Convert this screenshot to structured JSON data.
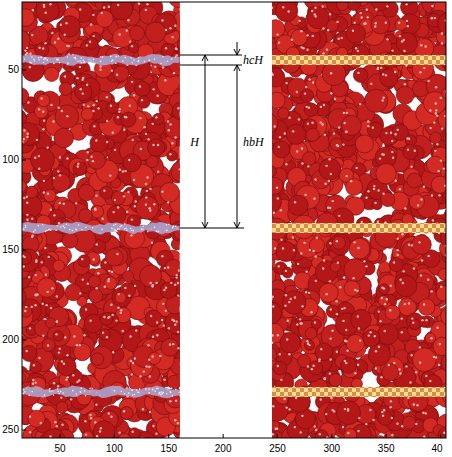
{
  "diagram": {
    "labels": [
      "50",
      "100",
      "150",
      "200",
      "250",
      "300",
      "350",
      "40",
      "50",
      "100",
      "150",
      "200",
      "250",
      "hcH",
      "H",
      "hbH"
    ]
  }
}
